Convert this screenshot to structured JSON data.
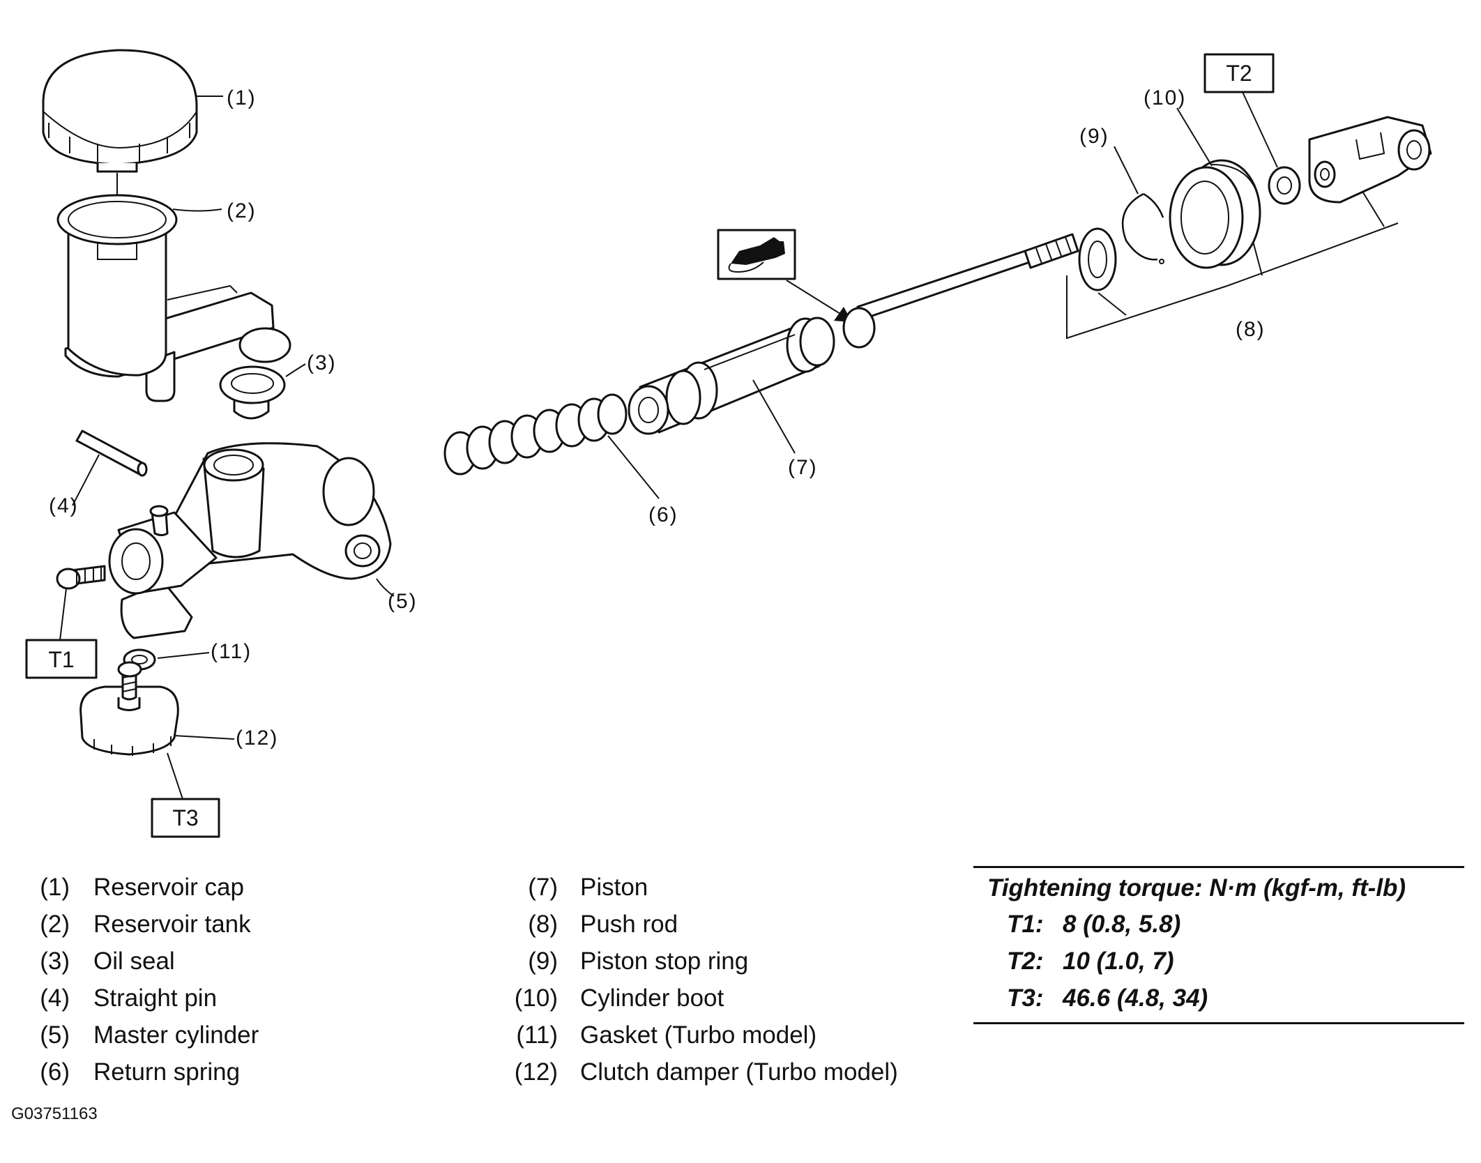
{
  "callouts": {
    "c1": "(1)",
    "c2": "(2)",
    "c3": "(3)",
    "c4": "(4)",
    "c5": "(5)",
    "c6": "(6)",
    "c7": "(7)",
    "c8": "(8)",
    "c9": "(9)",
    "c10": "(10)",
    "c11": "(11)",
    "c12": "(12)"
  },
  "torque_tags": {
    "t1": "T1",
    "t2": "T2",
    "t3": "T3"
  },
  "legend": {
    "left": [
      {
        "num": "(1)",
        "name": "Reservoir cap"
      },
      {
        "num": "(2)",
        "name": "Reservoir tank"
      },
      {
        "num": "(3)",
        "name": "Oil seal"
      },
      {
        "num": "(4)",
        "name": "Straight pin"
      },
      {
        "num": "(5)",
        "name": "Master cylinder"
      },
      {
        "num": "(6)",
        "name": "Return spring"
      }
    ],
    "right": [
      {
        "num": "(7)",
        "name": "Piston"
      },
      {
        "num": "(8)",
        "name": "Push rod"
      },
      {
        "num": "(9)",
        "name": "Piston stop ring"
      },
      {
        "num": "(10)",
        "name": "Cylinder boot"
      },
      {
        "num": "(11)",
        "name": "Gasket (Turbo model)"
      },
      {
        "num": "(12)",
        "name": "Clutch damper (Turbo model)"
      }
    ]
  },
  "torque": {
    "title": "Tightening torque: N·m (kgf-m, ft-lb)",
    "rows": [
      {
        "key": "T1:",
        "value": "8 (0.8, 5.8)"
      },
      {
        "key": "T2:",
        "value": "10 (1.0, 7)"
      },
      {
        "key": "T3:",
        "value": "46.6 (4.8, 34)"
      }
    ]
  },
  "image_code": "G03751163",
  "icons": {
    "grease": "grease-gun-icon"
  }
}
